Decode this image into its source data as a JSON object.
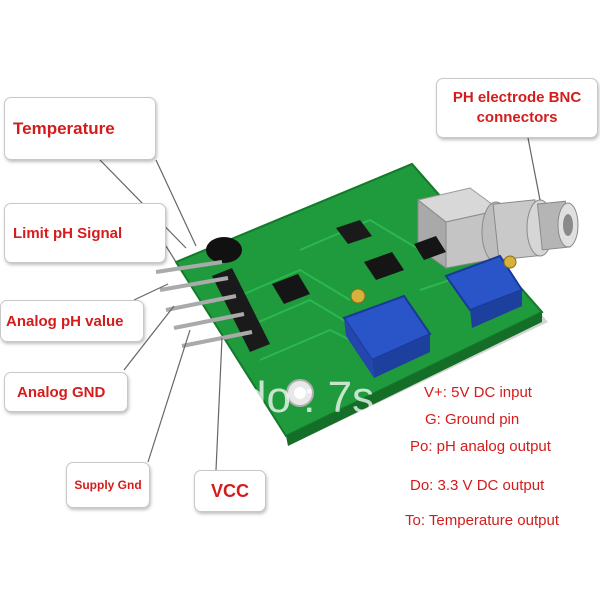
{
  "callouts": {
    "temperature": "Temperature",
    "limit_ph": "Limit pH Signal",
    "analog_ph": "Analog pH value",
    "analog_gnd": "Analog GND",
    "supply_gnd": "Supply Gnd",
    "vcc": "VCC",
    "bnc_line1": "PH electrode BNC",
    "bnc_line2": "connectors"
  },
  "pin_legend": [
    "V+: 5V DC input",
    "G: Ground pin",
    "Po: pH analog output",
    "Do: 3.3 V DC output",
    "To: Temperature output"
  ],
  "watermark": "do : 7s",
  "colors": {
    "label_red": "#d41c1c",
    "pcb_green": "#1f9a3c",
    "potentiometer_blue": "#2a55c8",
    "bnc_silver": "#b9b9b9"
  }
}
